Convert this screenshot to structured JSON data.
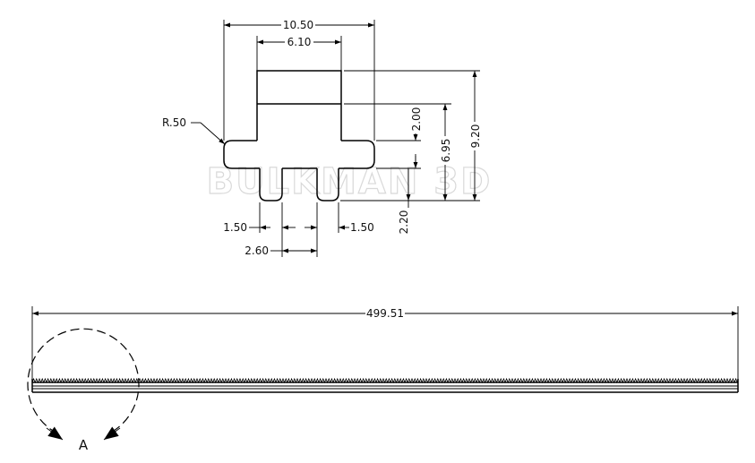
{
  "watermark": "BULKMAN 3D",
  "dimensions": {
    "overall_width": "10.50",
    "top_width": "6.10",
    "corner_radius": "R.50",
    "foot_left": "1.50",
    "foot_right": "1.50",
    "foot_gap": "2.60",
    "flange_height": "2.00",
    "height_to_flange": "6.95",
    "overall_height": "9.20",
    "foot_height": "2.20",
    "rack_length": "499.51"
  },
  "detail_label": "A",
  "colors": {
    "line": "#000000",
    "background": "#ffffff",
    "watermark_outline": "#d9d9d9"
  }
}
